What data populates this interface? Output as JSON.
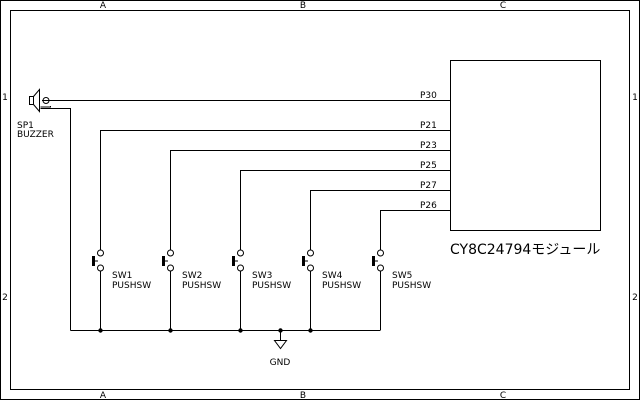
{
  "frame": {
    "col_labels": [
      "A",
      "B",
      "C"
    ],
    "row_labels": [
      "1",
      "2"
    ]
  },
  "module": {
    "name": "CY8C24794モジュール"
  },
  "buzzer": {
    "ref": "SP1",
    "value": "BUZZER",
    "pin": "P30"
  },
  "switches": [
    {
      "ref": "SW1",
      "value": "PUSHSW",
      "pin": "P21"
    },
    {
      "ref": "SW2",
      "value": "PUSHSW",
      "pin": "P23"
    },
    {
      "ref": "SW3",
      "value": "PUSHSW",
      "pin": "P25"
    },
    {
      "ref": "SW4",
      "value": "PUSHSW",
      "pin": "P27"
    },
    {
      "ref": "SW5",
      "value": "PUSHSW",
      "pin": "P26"
    }
  ],
  "ground": {
    "label": "GND"
  }
}
